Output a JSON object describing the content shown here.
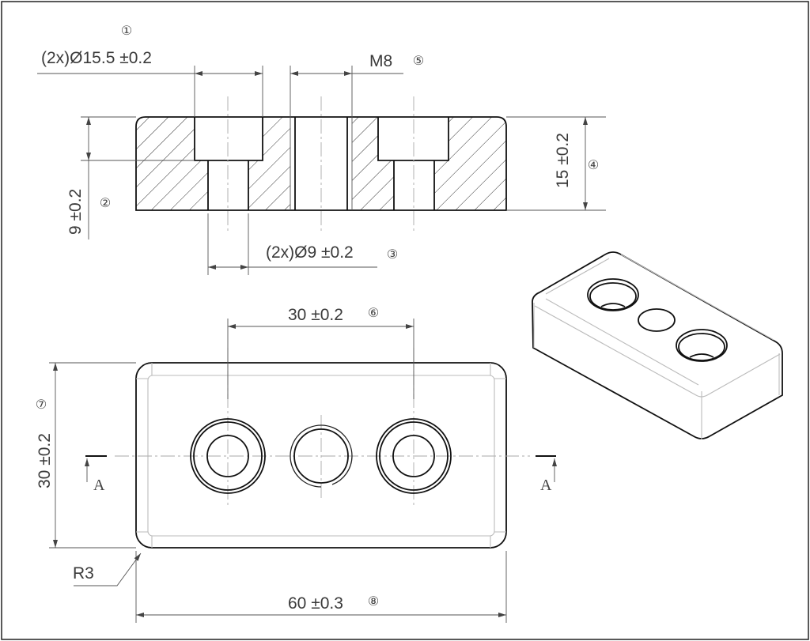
{
  "drawing": {
    "section_view": {
      "callout_1": {
        "number": "①",
        "label": "(2x)Ø15.5 ±0.2"
      },
      "callout_2": {
        "number": "②",
        "label": "9 ±0.2"
      },
      "callout_3": {
        "number": "③",
        "label": "(2x)Ø9 ±0.2"
      },
      "callout_4": {
        "number": "④",
        "label": "15 ±0.2"
      },
      "callout_5": {
        "number": "⑤",
        "label": "M8"
      }
    },
    "plan_view": {
      "callout_6": {
        "number": "⑥",
        "label": "30 ±0.2"
      },
      "callout_7": {
        "number": "⑦",
        "label": "30 ±0.2"
      },
      "callout_8": {
        "number": "⑧",
        "label": "60 ±0.3"
      },
      "radius_label": "R3",
      "section_mark_left": "A",
      "section_mark_right": "A"
    },
    "colors": {
      "line": "#111111",
      "hatch": "#333333",
      "light": "#bbbbbb"
    }
  }
}
